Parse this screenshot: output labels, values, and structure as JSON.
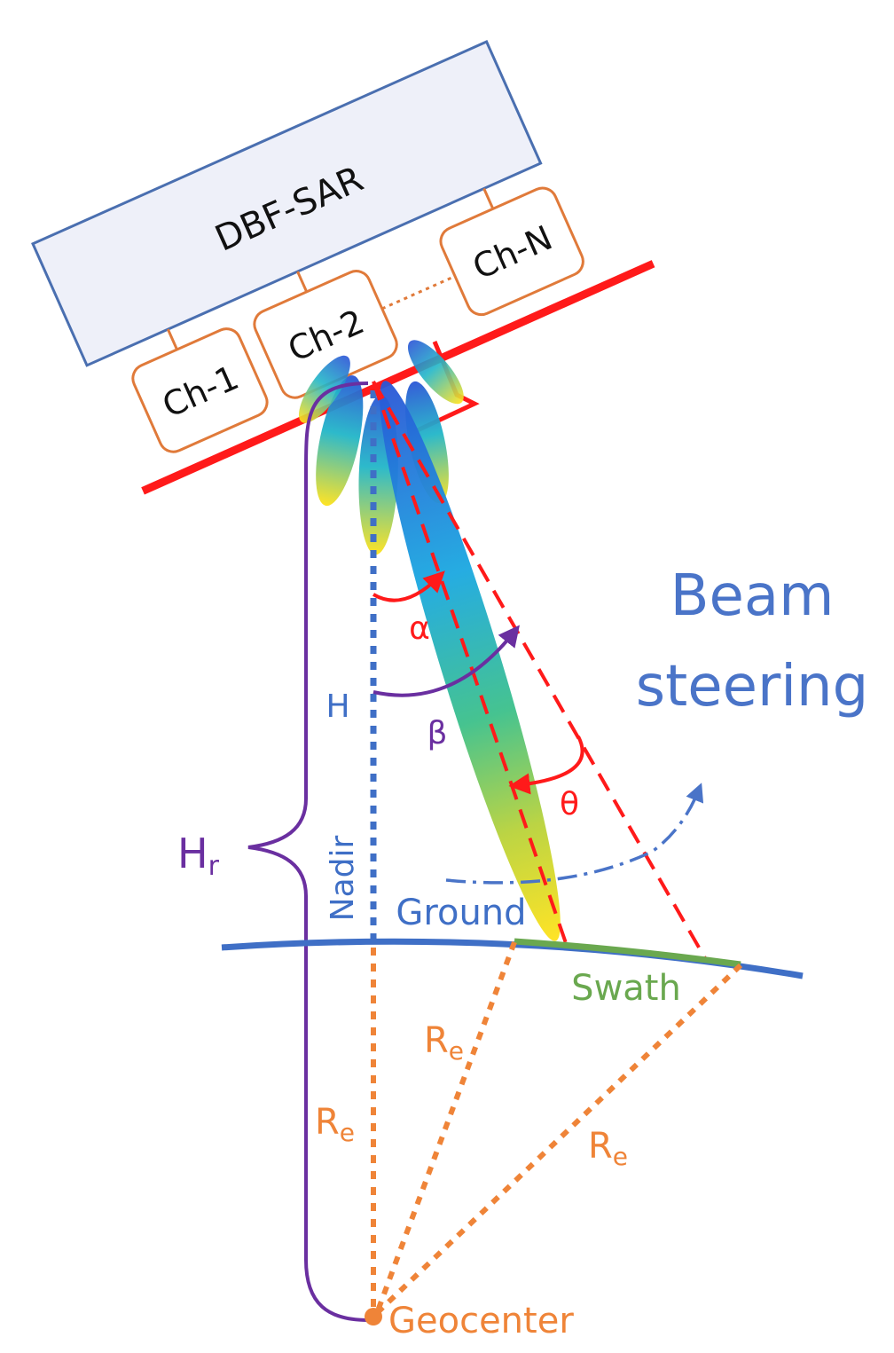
{
  "labels": {
    "system": "DBF-SAR",
    "channel_1": "Ch-1",
    "channel_2": "Ch-2",
    "channel_n": "Ch-N",
    "beam": "Beam",
    "steering": "steering",
    "alpha": "α",
    "beta": "β",
    "theta": "θ",
    "height": "H",
    "nadir": "Nadir",
    "ground": "Ground",
    "swath": "Swath",
    "hr_main": "H",
    "hr_sub": "r",
    "re_main": "R",
    "re_sub": "e",
    "geocenter": "Geocenter"
  },
  "colors": {
    "box_border": "#4a6fb0",
    "box_fill": "#eef0f9",
    "channel_border": "#e07a3a",
    "antenna": "#ff1a1a",
    "nadir_line": "#3f6fc6",
    "angle_red": "#ff1a1a",
    "angle_purple": "#6a2fa0",
    "ground": "#3f6fc6",
    "swath": "#6aa84f",
    "radius": "#ef8438",
    "hr_brace": "#6a2fa0",
    "beam_text": "#4a74c8",
    "geocenter_text": "#ef8438"
  }
}
